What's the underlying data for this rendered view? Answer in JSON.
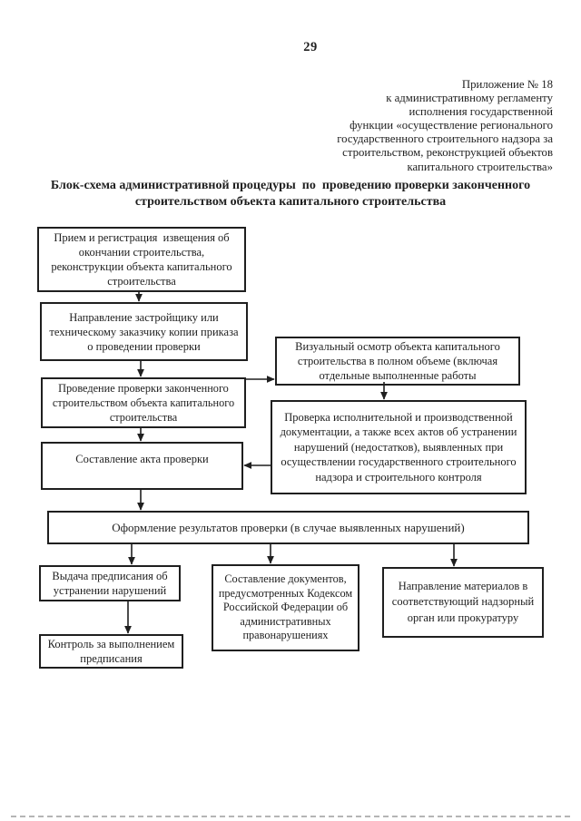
{
  "page": {
    "number": "29",
    "appendix_lines": [
      "Приложение № 18",
      "к административному регламенту",
      "исполнения государственной",
      "функции «осуществление регионального",
      "государственного строительного надзора за",
      "строительством, реконструкцией объектов",
      "капитального строительства»"
    ],
    "title": "Блок-схема административной процедуры  по  проведению проверки законченного строительством объекта капитального строительства"
  },
  "flowchart": {
    "nodes": {
      "reception": "Прием и регистрация  извещения об окончании строительства, реконструкции объекта капитального строительства",
      "copy_order": "Направление застройщику или техническому заказчику копии приказа о проведении проверки",
      "visual_inspection": "Визуальный осмотр объекта капитального строительства в полном объеме (включая отдельные выполненные работы",
      "inspection": "Проведение проверки законченного строительством объекта капитального строительства",
      "doc_check": "Проверка исполнительной и производственной документации, а также всех актов об устранении нарушений (недостатков), выявленных при осуществлении государственного строительного надзора и строительного контроля",
      "act": "Составление акта проверки",
      "results": "Оформление результатов проверки (в случае выявленных нарушений)",
      "prescription": "Выдача предписания об устранении нарушений",
      "control": "Контроль за выполнением предписания",
      "admin_documents": "Составление документов, предусмотренных Кодексом Российской Федерации об административных правонарушениях",
      "materials": "Направление материалов в соответствующий надзорный орган или прокуратуру"
    }
  },
  "colors": {
    "ink": "#1f1f1f",
    "paper": "#ffffff",
    "page_edge": "#a9a9a9"
  }
}
